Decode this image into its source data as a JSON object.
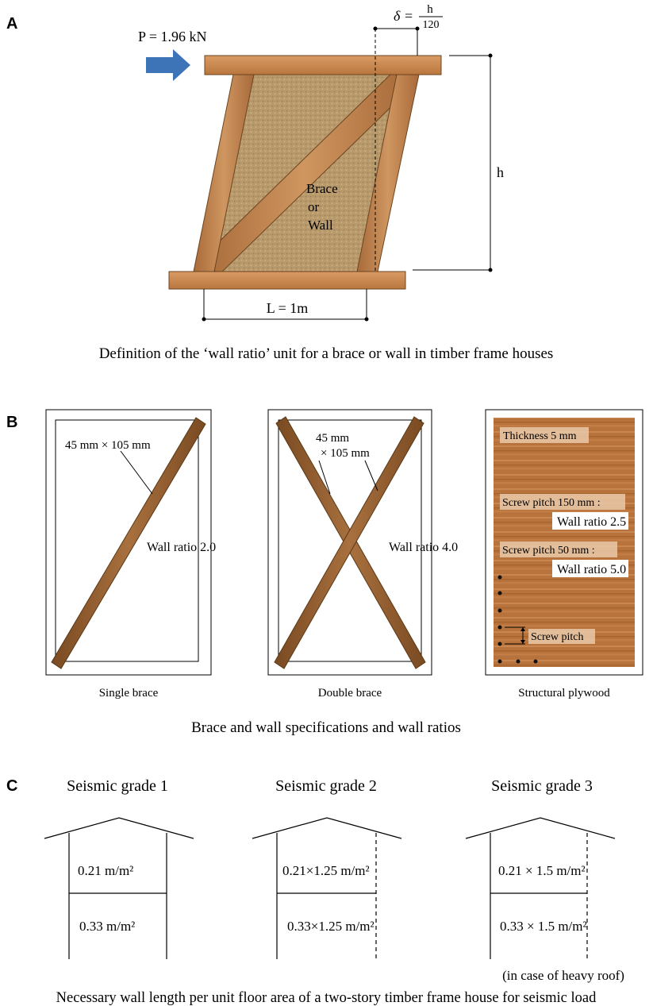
{
  "panel_a": {
    "letter": "A",
    "force_label": "P = 1.96 kN",
    "delta_symbol": "δ =",
    "delta_numerator": "h",
    "delta_denominator": "120",
    "height_label": "h",
    "brace_label_1": "Brace",
    "brace_label_2": "or",
    "brace_label_3": "Wall",
    "length_label": "L = 1m",
    "caption": "Definition of the ‘wall ratio’ unit for a brace or wall in timber frame houses"
  },
  "panel_b": {
    "letter": "B",
    "single": {
      "dimension": "45 mm × 105 mm",
      "ratio": "Wall ratio 2.0",
      "label": "Single brace"
    },
    "double": {
      "dimension_1": "45 mm",
      "dimension_2": "× 105 mm",
      "ratio": "Wall ratio 4.0",
      "label": "Double brace"
    },
    "plywood": {
      "thickness": "Thickness 5 mm",
      "pitch_150": "Screw pitch 150 mm :",
      "ratio_25": "Wall ratio 2.5",
      "pitch_50": "Screw pitch 50 mm :",
      "ratio_50": "Wall ratio 5.0",
      "screw_pitch": "Screw pitch",
      "label": "Structural plywood"
    },
    "caption": "Brace and wall specifications and wall ratios"
  },
  "panel_c": {
    "letter": "C",
    "grade1": {
      "title": "Seismic grade 1",
      "upper": "0.21 m/m²",
      "lower": "0.33 m/m²"
    },
    "grade2": {
      "title": "Seismic grade 2",
      "upper": "0.21×1.25 m/m²",
      "lower": "0.33×1.25 m/m²"
    },
    "grade3": {
      "title": "Seismic grade 3",
      "upper": "0.21 × 1.5 m/m²",
      "lower": "0.33 × 1.5 m/m²",
      "note": "(in case of heavy roof)"
    },
    "caption": "Necessary wall length per unit floor area of a two-story timber frame house for seismic load"
  },
  "colors": {
    "wood": "#c98a52",
    "wood_dark": "#8a5a2b",
    "board": "#c57a44",
    "fill": "#b99a6a",
    "arrow": "#3d74b8",
    "plywood": "#b5733e"
  }
}
